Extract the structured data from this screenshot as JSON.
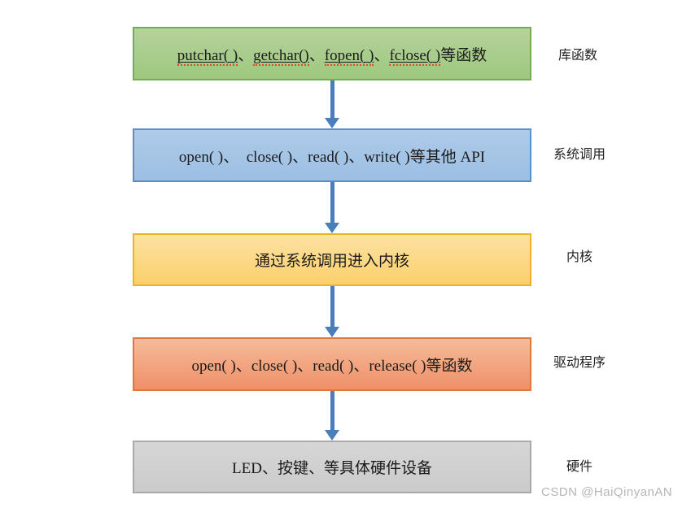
{
  "page": {
    "background": "#ffffff"
  },
  "arrow": {
    "color": "#4a7ebb"
  },
  "watermark": {
    "text": "CSDN @HaiQinyanAN",
    "color": "#b5b5b5"
  },
  "layers": [
    {
      "name": "library-functions",
      "label": "库函数",
      "box": {
        "fill_top": "#b5d29b",
        "fill_bottom": "#9ec87f",
        "border": "#77ab57",
        "segments": [
          {
            "text": "putchar( )",
            "underline": true
          },
          {
            "text": "、",
            "underline": false
          },
          {
            "text": "getchar()",
            "underline": true
          },
          {
            "text": "、",
            "underline": false
          },
          {
            "text": "fopen( )",
            "underline": true
          },
          {
            "text": "、",
            "underline": false
          },
          {
            "text": "fclose( )",
            "underline": true
          },
          {
            "text": "等函数",
            "underline": false
          }
        ]
      }
    },
    {
      "name": "system-calls",
      "label": "系统调用",
      "box": {
        "fill_top": "#aecbe9",
        "fill_bottom": "#9cbfe3",
        "border": "#5b8fc7",
        "text": "open( )、  close( )、read( )、write( )等其他 API"
      }
    },
    {
      "name": "kernel",
      "label": "内核",
      "box": {
        "fill_top": "#fde2a4",
        "fill_bottom": "#fbcf6a",
        "border": "#eeb229",
        "text": "通过系统调用进入内核"
      }
    },
    {
      "name": "drivers",
      "label": "驱动程序",
      "box": {
        "fill_top": "#f5bb9a",
        "fill_bottom": "#ef9068",
        "border": "#e2773c",
        "text": "open( )、close( )、read( )、release( )等函数"
      }
    },
    {
      "name": "hardware",
      "label": "硬件",
      "box": {
        "fill_top": "#d6d6d6",
        "fill_bottom": "#cbcbcb",
        "border": "#a9a9a9",
        "text": "LED、按键、等具体硬件设备"
      }
    }
  ]
}
